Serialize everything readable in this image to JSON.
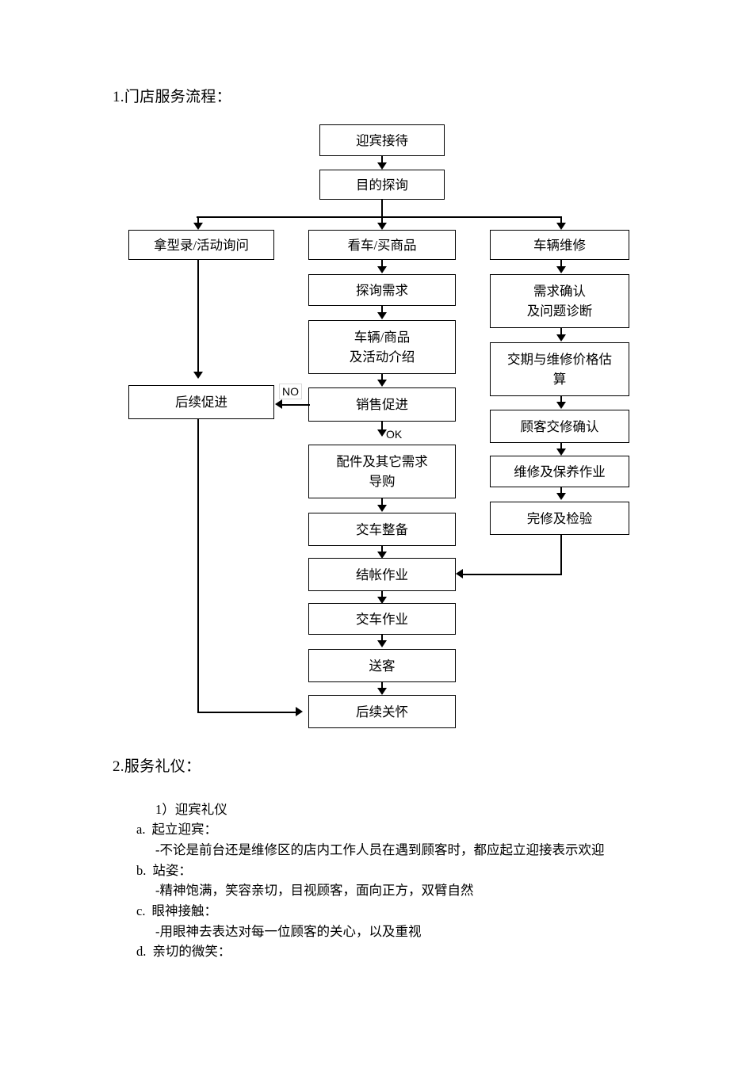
{
  "document": {
    "section1_heading": "1.门店服务流程：",
    "section2_heading": "2.服务礼仪："
  },
  "flowchart": {
    "nodes": {
      "greet": "迎宾接待",
      "purpose": "目的探询",
      "catalog": "拿型录/活动询问",
      "view_buy": "看车/买商品",
      "vehicle_service": "车辆维修",
      "explore_need": "探询需求",
      "intro": "车辆/商品\n及活动介绍",
      "sales_push": "销售促进",
      "followup_push": "后续促进",
      "accessories": "配件及其它需求\n导购",
      "prep": "交车整备",
      "checkout": "结帐作业",
      "delivery": "交车作业",
      "send_off": "送客",
      "followup_care": "后续关怀",
      "need_confirm": "需求确认\n及问题诊断",
      "estimate": "交期与维修价格估\n算",
      "customer_confirm": "顾客交修确认",
      "repair_work": "维修及保养作业",
      "inspect": "完修及检验"
    },
    "edge_labels": {
      "no": "NO",
      "ok": "OK"
    }
  },
  "etiquette": {
    "items": [
      {
        "marker": "1）",
        "text": "迎宾礼仪"
      },
      {
        "marker": "a.",
        "text": "起立迎宾："
      },
      {
        "marker": "",
        "text": "-不论是前台还是维修区的店内工作人员在遇到顾客时，都应起立迎接表示欢迎"
      },
      {
        "marker": "b.",
        "text": "站姿："
      },
      {
        "marker": "",
        "text": "-精神饱满，笑容亲切，目视顾客，面向正方，双臂自然"
      },
      {
        "marker": "c.",
        "text": "眼神接触："
      },
      {
        "marker": "",
        "text": "-用眼神去表达对每一位顾客的关心，以及重视"
      },
      {
        "marker": "d.",
        "text": "亲切的微笑："
      }
    ]
  }
}
